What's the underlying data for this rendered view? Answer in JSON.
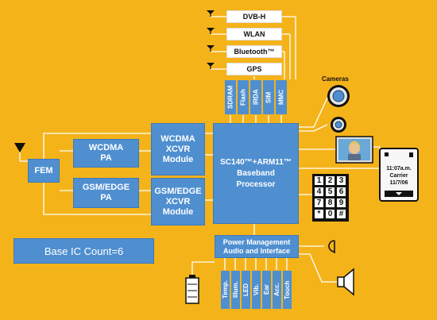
{
  "blocks": {
    "dvbh": "DVB-H",
    "wlan": "WLAN",
    "bluetooth": "Bluetooth™",
    "gps": "GPS",
    "interfaces": [
      "SDRAM",
      "Flash",
      "IRDA",
      "SIM",
      "MMC"
    ],
    "wcdma_pa": "WCDMA\nPA",
    "gsm_pa": "GSM/EDGE\nPA",
    "fem": "FEM",
    "wcdma_xcvr": "WCDMA\nXCVR\nModule",
    "gsm_xcvr": "GSM/EDGE\nXCVR\nModule",
    "baseband": "SC140™+ARM11™\nBaseband\nProcessor",
    "power_mgmt": "Power Management\nAudio and Interface",
    "sensors": [
      "Temp.",
      "Illum.",
      "LED",
      "Vib.",
      "Ear",
      "Acc.",
      "Touch"
    ],
    "ic_count": "Base IC Count=6"
  },
  "peripherals": {
    "cameras_label": "Cameras",
    "keypad": [
      "1",
      "2",
      "3",
      "4",
      "5",
      "6",
      "7",
      "8",
      "9",
      "*",
      "0",
      "#"
    ],
    "phone_screen": {
      "time": "11:07a.m.",
      "carrier": "Carrier",
      "date": "11/7/06"
    }
  },
  "colors": {
    "background": "#f5b31a",
    "block": "#4f8fd0",
    "line": "#ffffff"
  }
}
